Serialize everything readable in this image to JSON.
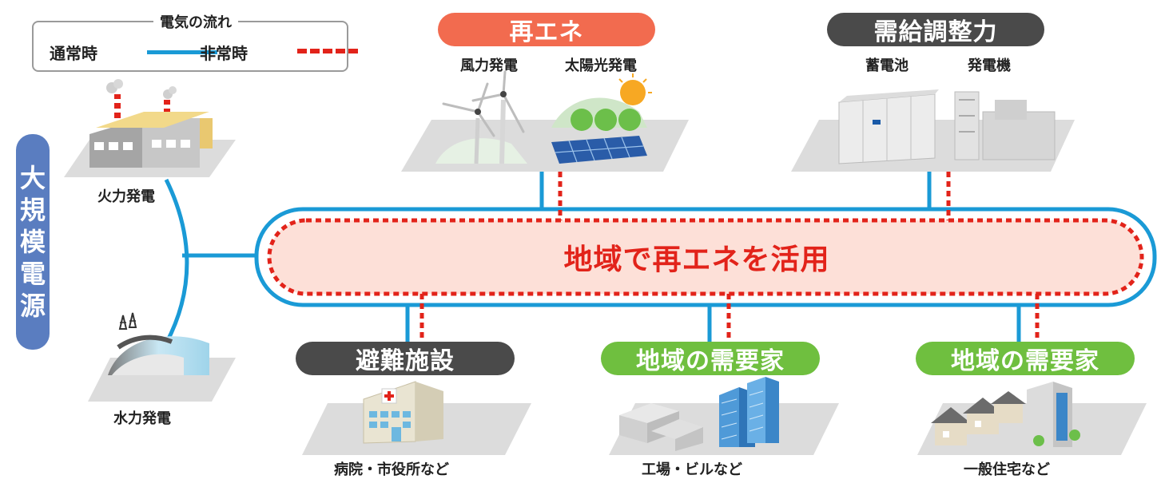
{
  "legend": {
    "title": "電気の流れ",
    "normal": "通常時",
    "emergency": "非常時",
    "normal_color": "#1a9ad6",
    "emergency_color": "#e2231a"
  },
  "large_scale": {
    "title_chars": [
      "大",
      "規",
      "模",
      "電",
      "源"
    ],
    "thermal": "火力発電",
    "hydro": "水力発電"
  },
  "renewable": {
    "title": "再エネ",
    "color": "#f26b4f",
    "wind": "風力発電",
    "solar": "太陽光発電"
  },
  "adjustment": {
    "title": "需給調整力",
    "color": "#4a4a4a",
    "battery": "蓄電池",
    "generator": "発電機"
  },
  "hub": {
    "label": "地域で再エネを活用"
  },
  "consumers": {
    "shelter": {
      "title": "避難施設",
      "caption": "病院・市役所など",
      "color": "#4a4a4a"
    },
    "demand1": {
      "title": "地域の需要家",
      "caption": "工場・ビルなど",
      "color": "#6fbf3f"
    },
    "demand2": {
      "title": "地域の需要家",
      "caption": "一般住宅など",
      "color": "#6fbf3f"
    }
  }
}
